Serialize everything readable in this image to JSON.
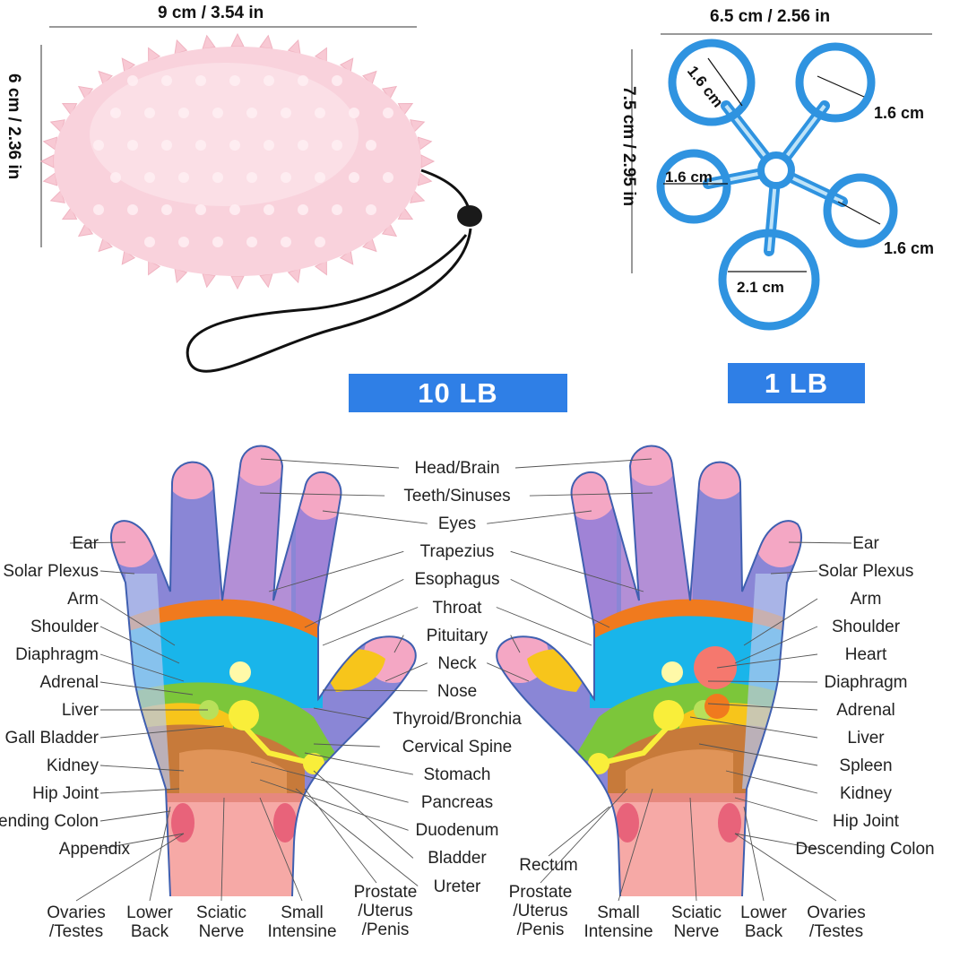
{
  "products": {
    "ball": {
      "width_label": "9 cm / 3.54 in",
      "height_label": "6 cm / 2.36 in",
      "resistance_label": "10 LB",
      "colors": {
        "body": "#f8c9d4",
        "band": "#2f7fe6"
      }
    },
    "stretcher": {
      "width_label": "6.5 cm / 2.56 in",
      "height_label": "7.5 cm / 2.95 in",
      "ring_labels": [
        "1.6 cm",
        "1.6 cm",
        "1.6 cm",
        "1.6 cm",
        "2.1 cm"
      ],
      "resistance_label": "1 LB",
      "colors": {
        "body": "#2f93e0",
        "band": "#3a86e8"
      }
    }
  },
  "reflexology": {
    "center_labels": [
      "Head/Brain",
      "Teeth/Sinuses",
      "Eyes",
      "Trapezius",
      "Esophagus",
      "Throat",
      "Pituitary",
      "Neck",
      "Nose",
      "Thyroid/Bronchia",
      "Cervical Spine",
      "Stomach",
      "Pancreas",
      "Duodenum",
      "Bladder",
      "Ureter"
    ],
    "left_hand_labels": [
      "Ear",
      "Solar Plexus",
      "Arm",
      "Shoulder",
      "Diaphragm",
      "Adrenal",
      "Liver",
      "Gall Bladder",
      "Kidney",
      "Hip Joint",
      "Ascending Colon",
      "Appendix"
    ],
    "right_hand_labels": [
      "Ear",
      "Solar Plexus",
      "Arm",
      "Shoulder",
      "Heart",
      "Diaphragm",
      "Adrenal",
      "Liver",
      "Spleen",
      "Kidney",
      "Hip Joint",
      "Descending Colon"
    ],
    "left_bottom_labels": [
      {
        "line1": "Ovaries",
        "line2": "/Testes"
      },
      {
        "line1": "Lower",
        "line2": "Back"
      },
      {
        "line1": "Sciatic",
        "line2": "Nerve"
      },
      {
        "line1": "Small",
        "line2": "Intensine"
      },
      {
        "line1": "Prostate",
        "line2": "/Uterus",
        "line3": "/Penis"
      }
    ],
    "right_bottom_labels": [
      {
        "line1": "Rectum"
      },
      {
        "line1": "Prostate",
        "line2": "/Uterus",
        "line3": "/Penis"
      },
      {
        "line1": "Small",
        "line2": "Intensine"
      },
      {
        "line1": "Sciatic",
        "line2": "Nerve"
      },
      {
        "line1": "Lower",
        "line2": "Back"
      },
      {
        "line1": "Ovaries",
        "line2": "/Testes"
      }
    ],
    "zone_colors": {
      "fingertip": "#f4a7c4",
      "finger": "#8a86d6",
      "fingerB": "#b38fd6",
      "orange": "#f07a1e",
      "cyan": "#19b5ea",
      "green": "#7cc63a",
      "yellow": "#f7c51b",
      "brown": "#c77a3a",
      "wrist": "#f6a9a6",
      "edge": "#6f8fd8"
    }
  }
}
